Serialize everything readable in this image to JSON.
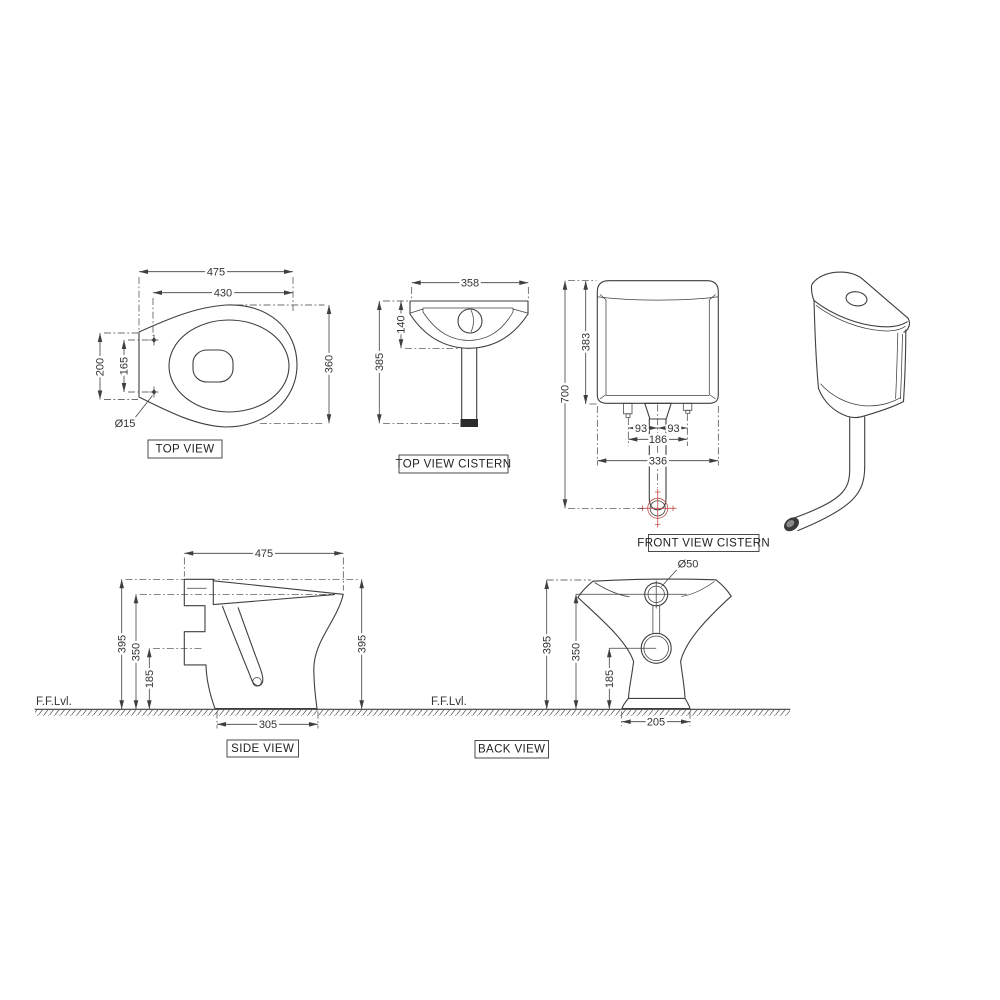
{
  "drawing": {
    "colors": {
      "background": "#ffffff",
      "line": "#3f3f3f",
      "accent_red": "#c0504d"
    },
    "top_view": {
      "label": "TOP VIEW",
      "dim_overall_length": "475",
      "dim_bowl_length": "430",
      "dim_bowl_width": "360",
      "dim_hinge_outer": "200",
      "dim_hinge_centers": "165",
      "dim_hinge_hole_dia": "Ø15"
    },
    "top_view_cistern": {
      "label": "TOP VIEW CISTERN",
      "dim_width": "358",
      "dim_body_depth": "140",
      "dim_total_depth": "385"
    },
    "front_view_cistern": {
      "label": "FRONT VIEW CISTERN",
      "dim_body_height": "383",
      "dim_total_height": "700",
      "dim_hole_offset_left": "93",
      "dim_hole_offset_right": "93",
      "dim_hole_centers": "186",
      "dim_body_width": "336"
    },
    "side_view": {
      "label": "SIDE VIEW",
      "floor_level": "F.F.Lvl.",
      "dim_length": "475",
      "dim_height_back": "395",
      "dim_inlet_height": "350",
      "dim_outlet_height": "185",
      "dim_height_front": "395",
      "dim_base_length": "305"
    },
    "back_view": {
      "label": "BACK VIEW",
      "floor_level": "F.F.Lvl.",
      "dim_inlet_dia": "Ø50",
      "dim_height": "395",
      "dim_inlet_height": "350",
      "dim_outlet_height": "185",
      "dim_base_width": "205"
    }
  }
}
